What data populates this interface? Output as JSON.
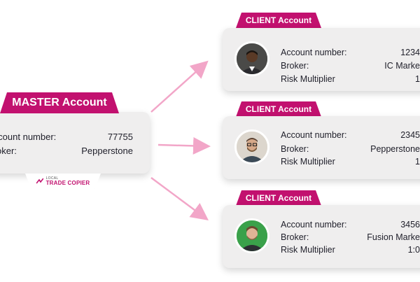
{
  "colors": {
    "accent": "#c2116f",
    "arrow": "#f2a6c8",
    "card": "#efeeee"
  },
  "master": {
    "title": "MASTER Account",
    "rows": [
      {
        "label": "Account number:",
        "value": "77755"
      },
      {
        "label": "Broker:",
        "value": "Pepperstone"
      }
    ]
  },
  "logo": {
    "small_text": "LOCAL",
    "main_text": "TRADE COPIER",
    "icon": "logo-mark-icon"
  },
  "clients": [
    {
      "title": "CLIENT Account",
      "rows": [
        {
          "label": "Account number:",
          "value": "1234"
        },
        {
          "label": "Broker:",
          "value": "IC Marke"
        },
        {
          "label": "Risk Multiplier",
          "value": "1"
        }
      ],
      "avatar": "person-dark-suit-avatar"
    },
    {
      "title": "CLIENT Account",
      "rows": [
        {
          "label": "Account number:",
          "value": "2345"
        },
        {
          "label": "Broker:",
          "value": "Pepperstone"
        },
        {
          "label": "Risk Multiplier",
          "value": "1"
        }
      ],
      "avatar": "person-glasses-avatar"
    },
    {
      "title": "CLIENT Account",
      "rows": [
        {
          "label": "Account number:",
          "value": "3456"
        },
        {
          "label": "Broker:",
          "value": "Fusion Marke"
        },
        {
          "label": "Risk Multiplier",
          "value": "1:0"
        }
      ],
      "avatar": "person-green-background-avatar"
    }
  ]
}
